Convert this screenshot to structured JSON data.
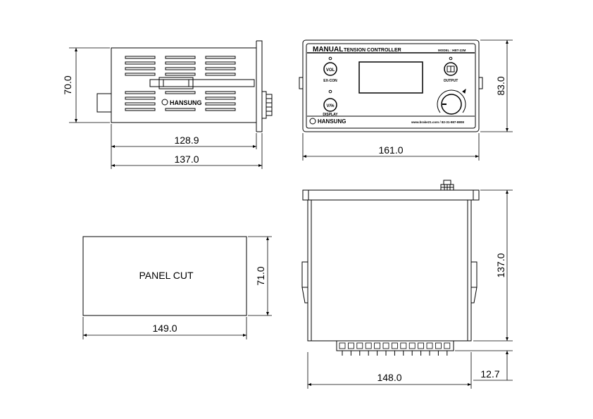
{
  "dimensions": {
    "side_height": "70.0",
    "side_inner_width": "128.9",
    "side_total_width": "137.0",
    "front_width": "161.0",
    "front_height": "83.0",
    "top_depth": "137.0",
    "top_width": "148.0",
    "terminal_height": "12.7",
    "panel_height": "71.0",
    "panel_width": "149.0"
  },
  "panel_cut_label": "PANEL CUT",
  "front_panel": {
    "title_big": "MANUAL",
    "title_small": "TENSION CONTROLLER",
    "model_label": "MODEL : HBT-22M",
    "vol_label": "VOL",
    "excon_label": "EX-CON",
    "output_label": "OUTPUT",
    "display_label": "DISPLAY",
    "display_button_text": "V/%",
    "brand": "HANSUNG",
    "website": "www.brake21.com  /  82-31-987-8808"
  },
  "side_view": {
    "brand": "HANSUNG"
  },
  "colors": {
    "line": "#000000",
    "background": "#ffffff"
  }
}
